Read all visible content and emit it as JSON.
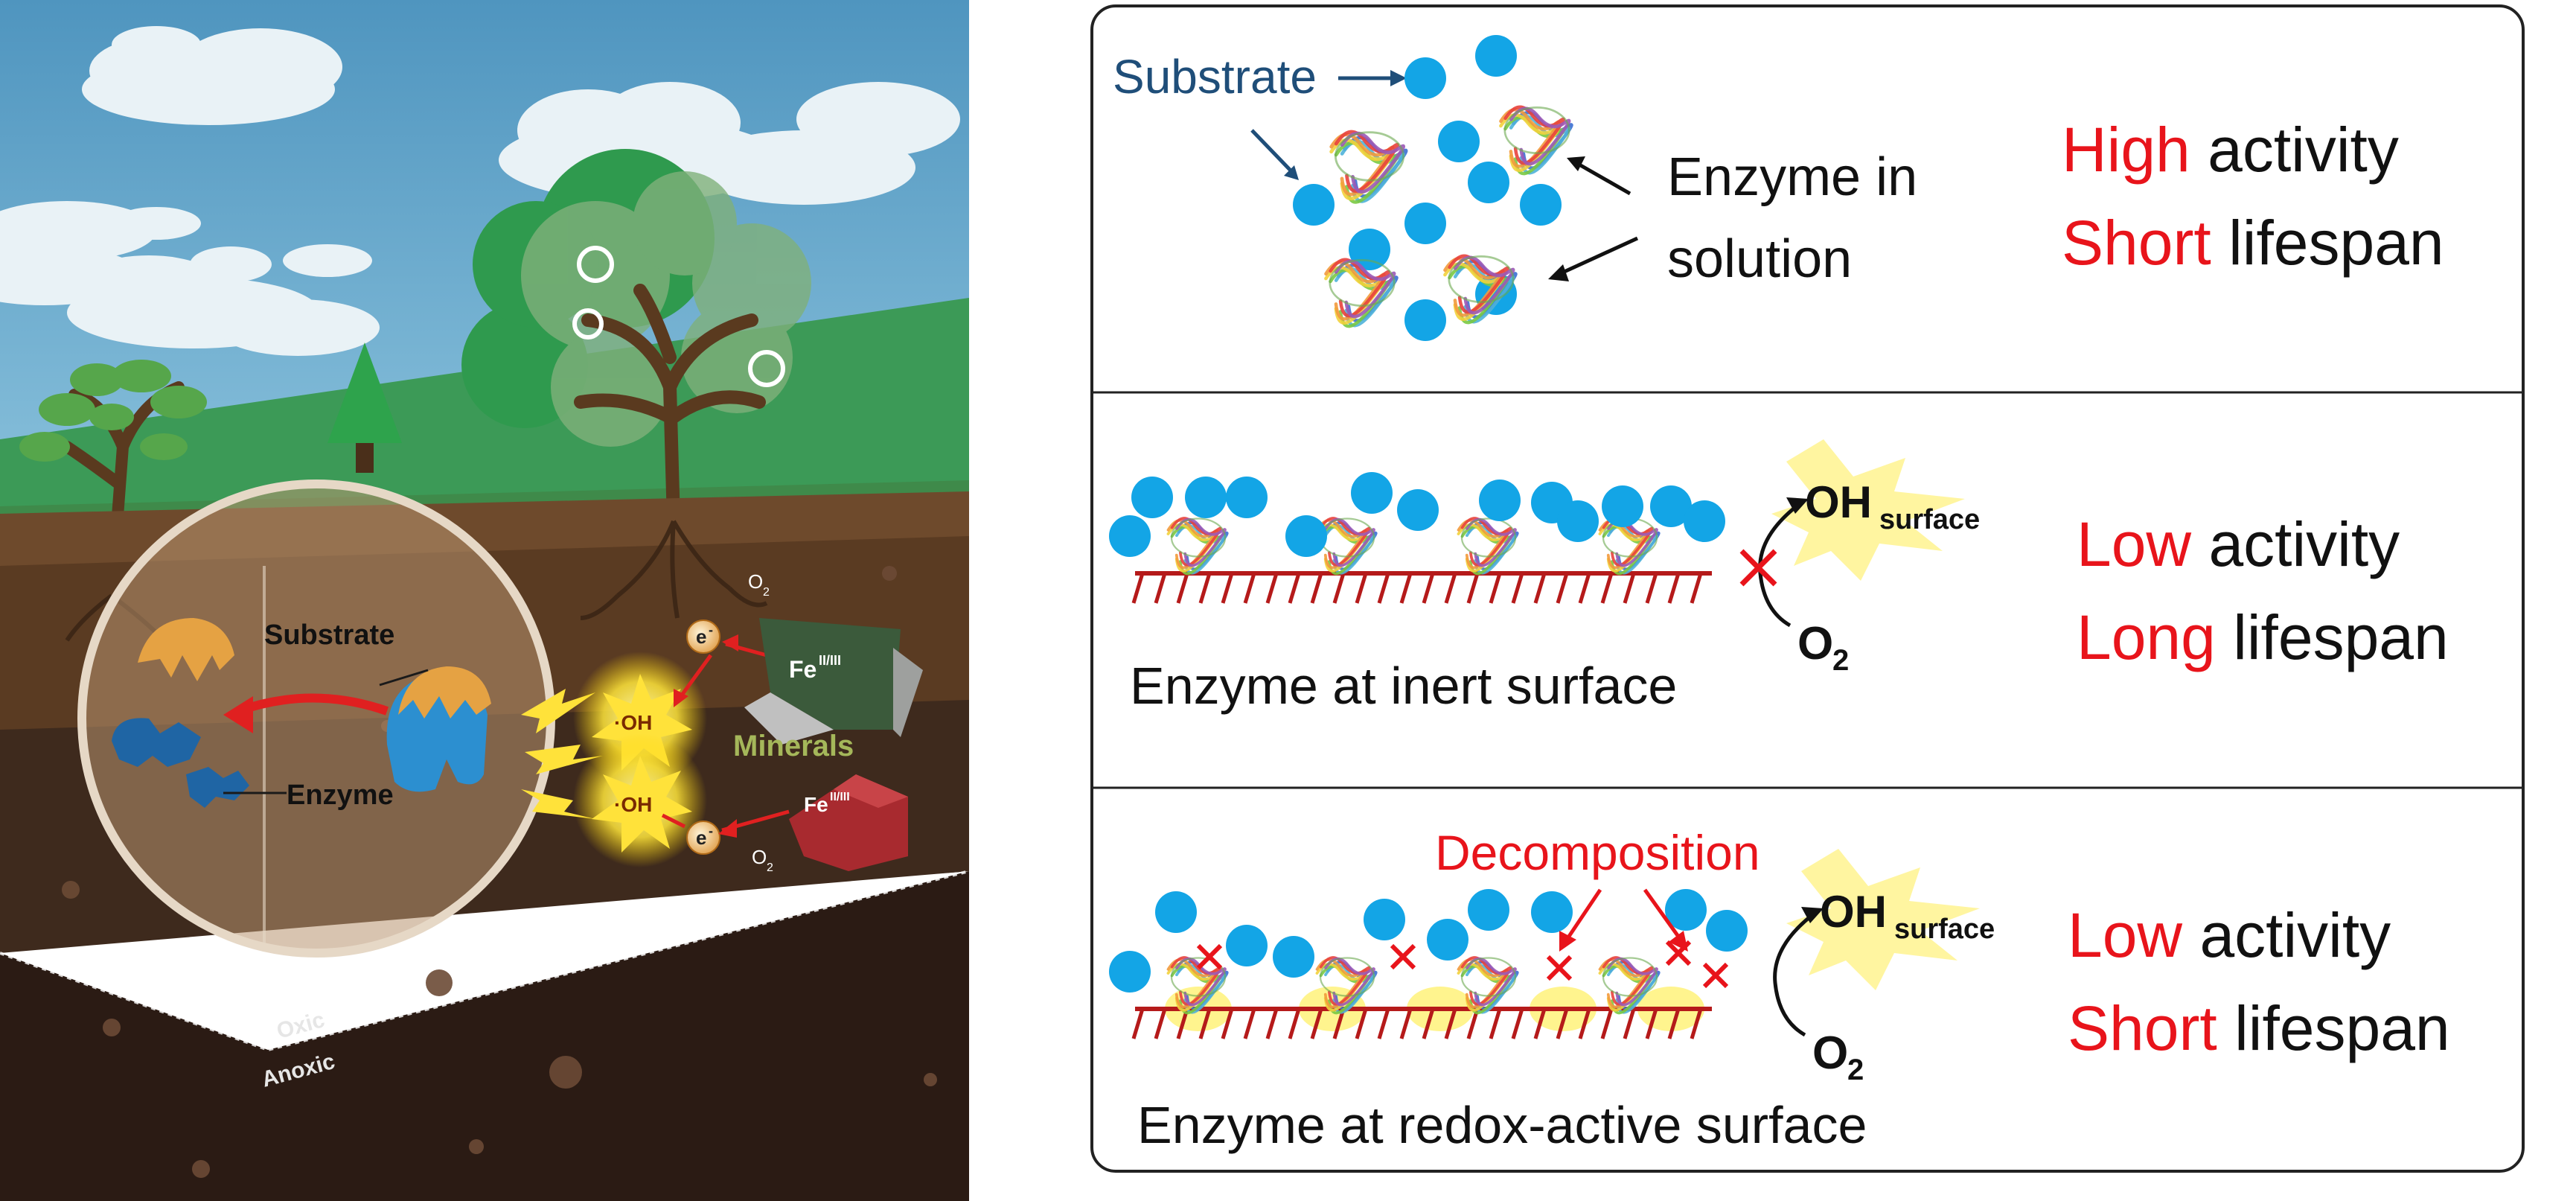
{
  "left_scene": {
    "substrate_label": "Substrate",
    "enzyme_label": "Enzyme",
    "oh_label": "·OH",
    "electron_label": "e",
    "electron_sup": "-",
    "o2_base": "O",
    "o2_sub": "2",
    "fe_base": "Fe",
    "fe_sup": "II/III",
    "minerals_label": "Minerals",
    "oxic_label": "Oxic",
    "anoxic_label": "Anoxic"
  },
  "panels": [
    {
      "scenario_line1": "Enzyme in",
      "scenario_line2": "solution",
      "substrate_label": "Substrate",
      "activity_word": "High",
      "activity_rest": " activity",
      "lifespan_word": "Short",
      "lifespan_rest": " lifespan"
    },
    {
      "scenario": "Enzyme at inert surface",
      "oh_base": "·OH",
      "oh_sub": "surface",
      "o2_base": "O",
      "o2_sub": "2",
      "activity_word": "Low",
      "activity_rest": " activity",
      "lifespan_word": "Long",
      "lifespan_rest": " lifespan"
    },
    {
      "scenario": "Enzyme at redox-active surface",
      "decomposition_label": "Decomposition",
      "oh_base": "·OH",
      "oh_sub": "surface",
      "o2_base": "O",
      "o2_sub": "2",
      "activity_word": "Low",
      "activity_rest": " activity",
      "lifespan_word": "Short",
      "lifespan_rest": " lifespan"
    }
  ],
  "colors": {
    "highlight_red": "#e8141b",
    "substrate_blue": "#13a5e6",
    "label_navy": "#1f4e79",
    "sky": "#5aa2c8",
    "soil": "#5a3b22",
    "deep_soil": "#2b1b14"
  }
}
